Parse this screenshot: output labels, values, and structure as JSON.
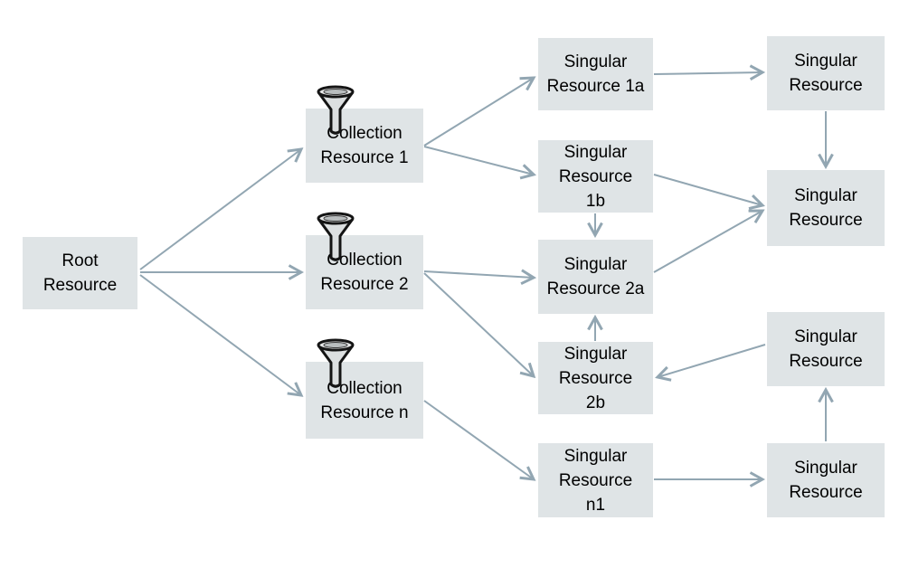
{
  "diagram": {
    "colors": {
      "background": "#ffffff",
      "node_fill": "#dfe4e6",
      "arrow": "#92a6b2",
      "text": "#000000"
    },
    "nodes": {
      "root": {
        "label": "Root\nResource"
      },
      "collection_resource_1": {
        "label": "Collection\nResource 1",
        "icon": "funnel-icon"
      },
      "collection_resource_2": {
        "label": "Collection\nResource 2",
        "icon": "funnel-icon"
      },
      "collection_resource_n": {
        "label": "Collection\nResource n",
        "icon": "funnel-icon"
      },
      "singular_resource_1a": {
        "label": "Singular\nResource 1a"
      },
      "singular_resource_1b": {
        "label": "Singular\nResource\n1b"
      },
      "singular_resource_2a": {
        "label": "Singular\nResource 2a"
      },
      "singular_resource_2b": {
        "label": "Singular\nResource\n2b"
      },
      "singular_resource_n1": {
        "label": "Singular\nResource\nn1"
      },
      "singular_resource_right_1": {
        "label": "Singular\nResource"
      },
      "singular_resource_right_2": {
        "label": "Singular\nResource"
      },
      "singular_resource_right_3": {
        "label": "Singular\nResource"
      },
      "singular_resource_right_4": {
        "label": "Singular\nResource"
      }
    },
    "edges": [
      {
        "from": "root",
        "to": "collection_resource_1"
      },
      {
        "from": "root",
        "to": "collection_resource_2"
      },
      {
        "from": "root",
        "to": "collection_resource_n"
      },
      {
        "from": "collection_resource_1",
        "to": "singular_resource_1a"
      },
      {
        "from": "collection_resource_1",
        "to": "singular_resource_1b"
      },
      {
        "from": "collection_resource_2",
        "to": "singular_resource_2a"
      },
      {
        "from": "collection_resource_2",
        "to": "singular_resource_2b"
      },
      {
        "from": "collection_resource_n",
        "to": "singular_resource_n1"
      },
      {
        "from": "singular_resource_1b",
        "to": "singular_resource_2a"
      },
      {
        "from": "singular_resource_2b",
        "to": "singular_resource_2a"
      },
      {
        "from": "singular_resource_1a",
        "to": "singular_resource_right_1"
      },
      {
        "from": "singular_resource_1b",
        "to": "singular_resource_right_2"
      },
      {
        "from": "singular_resource_2a",
        "to": "singular_resource_right_2"
      },
      {
        "from": "singular_resource_right_1",
        "to": "singular_resource_right_2"
      },
      {
        "from": "singular_resource_right_3",
        "to": "singular_resource_2b"
      },
      {
        "from": "singular_resource_right_4",
        "to": "singular_resource_right_3"
      },
      {
        "from": "singular_resource_n1",
        "to": "singular_resource_right_4"
      }
    ]
  }
}
